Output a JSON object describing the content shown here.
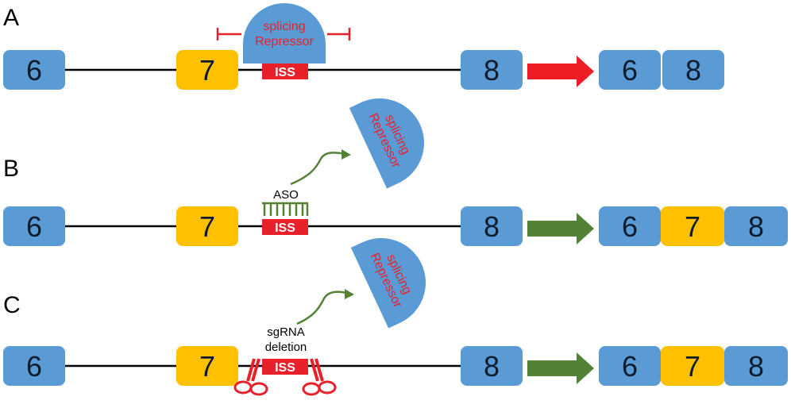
{
  "panels": {
    "a": {
      "label": "A"
    },
    "b": {
      "label": "B"
    },
    "c": {
      "label": "C"
    }
  },
  "exons": {
    "e6": "6",
    "e7": "7",
    "e8": "8"
  },
  "iss_label": "ISS",
  "repressor": {
    "line1": "splicing",
    "line2": "Repressor"
  },
  "aso_label": "ASO",
  "sgrna": {
    "line1": "sgRNA",
    "line2": "deletion"
  },
  "colors": {
    "exon_blue": "#5b9bd5",
    "exon_yellow": "#ffc000",
    "iss_red": "#e8202a",
    "arrow_red": "#ee1c24",
    "arrow_green": "#538135",
    "repressor_text": "#e8202a"
  }
}
